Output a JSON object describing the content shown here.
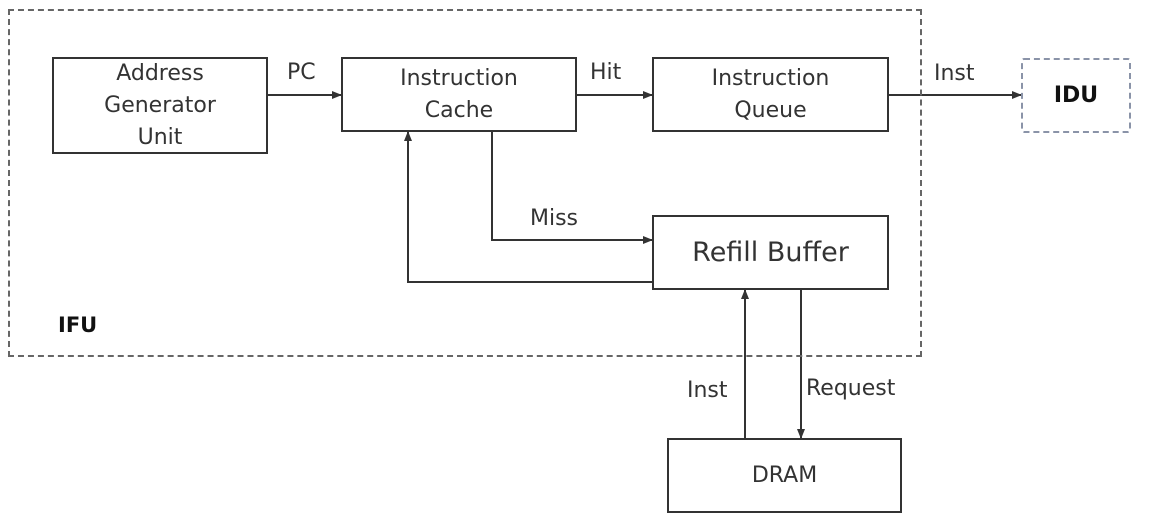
{
  "diagram": {
    "regions": {
      "ifu": {
        "label": "IFU"
      },
      "idu": {
        "label": "IDU"
      }
    },
    "blocks": {
      "address_generator_unit": {
        "label": "Address\nGenerator\nUnit"
      },
      "instruction_cache": {
        "label": "Instruction\nCache"
      },
      "instruction_queue": {
        "label": "Instruction\nQueue"
      },
      "refill_buffer": {
        "label": "Refill Buffer"
      },
      "dram": {
        "label": "DRAM"
      }
    },
    "edges": {
      "pc": {
        "label": "PC",
        "from": "Address Generator Unit",
        "to": "Instruction Cache"
      },
      "hit": {
        "label": "Hit",
        "from": "Instruction Cache",
        "to": "Instruction Queue"
      },
      "inst_out": {
        "label": "Inst",
        "from": "Instruction Queue",
        "to": "IDU"
      },
      "miss": {
        "label": "Miss",
        "from": "Instruction Cache",
        "to": "Refill Buffer"
      },
      "refill_return": {
        "label": "",
        "from": "Refill Buffer",
        "to": "Instruction Cache"
      },
      "inst_in": {
        "label": "Inst",
        "from": "DRAM",
        "to": "Refill Buffer"
      },
      "request": {
        "label": "Request",
        "from": "Refill Buffer",
        "to": "DRAM"
      }
    },
    "colors": {
      "line": "#333333",
      "ifu_border": "#666666",
      "idu_border": "#8a93a8"
    }
  }
}
